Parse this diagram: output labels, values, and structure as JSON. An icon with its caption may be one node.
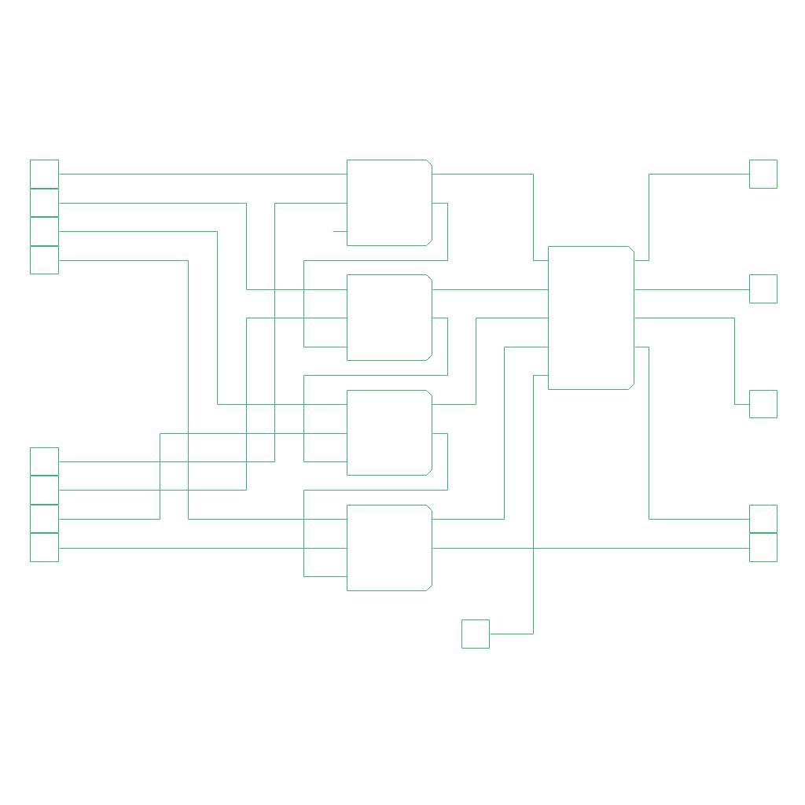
{
  "diagram": {
    "nodes": [
      {
        "text": [],
        "shape": "box"
      },
      {
        "text": [],
        "shape": "box"
      },
      {
        "text": [],
        "shape": "box"
      },
      {
        "text": [],
        "shape": "box"
      },
      {
        "text": [],
        "shape": "box"
      },
      {
        "text": [],
        "shape": "box"
      },
      {
        "text": [],
        "shape": "box"
      },
      {
        "text": [],
        "shape": "box"
      },
      {
        "text": [],
        "shape": "box"
      },
      {
        "text": [],
        "shape": "box"
      },
      {
        "text": [],
        "shape": "box"
      },
      {
        "text": [],
        "shape": "box"
      },
      {
        "text": [],
        "shape": "box"
      },
      {
        "text": [],
        "shape": "box"
      },
      {
        "text": [],
        "shape": "box"
      },
      {
        "text": [],
        "shape": "box"
      },
      {
        "text": [],
        "shape": "box"
      },
      {
        "text": [],
        "shape": "box"
      },
      {
        "text": [],
        "shape": "box"
      }
    ],
    "edges": [
      {
        "from": 0,
        "to": 4,
        "arrow": "none"
      },
      {
        "from": 1,
        "to": 5,
        "arrow": "none"
      },
      {
        "from": 2,
        "to": 6,
        "arrow": "none"
      },
      {
        "from": 3,
        "to": 7,
        "arrow": "none"
      },
      {
        "from": null,
        "to": 4,
        "arrow": "none"
      },
      {
        "from": 14,
        "to": 4,
        "arrow": "none"
      },
      {
        "from": 15,
        "to": 5,
        "arrow": "none"
      },
      {
        "from": 16,
        "to": 6,
        "arrow": "none"
      },
      {
        "from": 17,
        "to": 7,
        "arrow": "none"
      },
      {
        "from": 4,
        "to": 8,
        "arrow": "none"
      },
      {
        "from": 4,
        "to": 5,
        "arrow": "none"
      },
      {
        "from": 5,
        "to": 8,
        "arrow": "none"
      },
      {
        "from": 5,
        "to": 6,
        "arrow": "none"
      },
      {
        "from": 6,
        "to": 8,
        "arrow": "none"
      },
      {
        "from": 6,
        "to": 7,
        "arrow": "none"
      },
      {
        "from": 7,
        "to": 8,
        "arrow": "none"
      },
      {
        "from": 7,
        "to": 13,
        "arrow": "none"
      },
      {
        "from": 18,
        "to": 8,
        "arrow": "none"
      },
      {
        "from": 8,
        "to": 9,
        "arrow": "none"
      },
      {
        "from": 8,
        "to": 10,
        "arrow": "none"
      },
      {
        "from": 8,
        "to": 11,
        "arrow": "none"
      },
      {
        "from": 8,
        "to": 12,
        "arrow": "none"
      }
    ]
  }
}
